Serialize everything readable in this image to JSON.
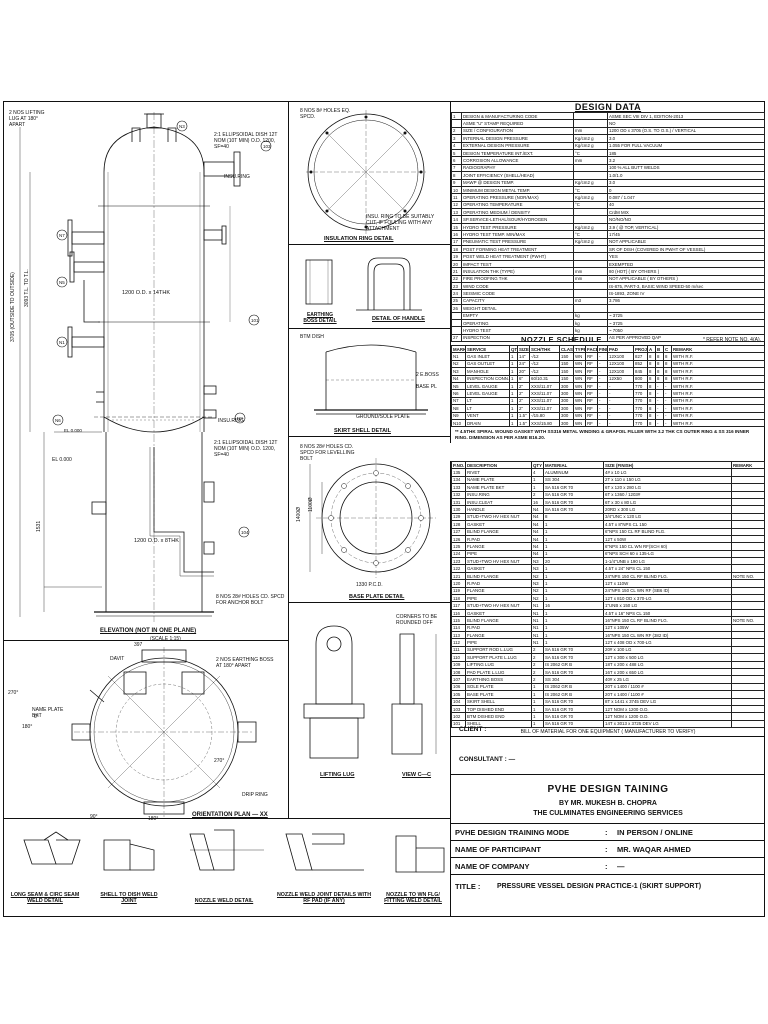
{
  "design_data": {
    "title": "DESIGN DATA",
    "rows": [
      [
        "1",
        "DESIGN & MANUFACTURING CODE",
        "",
        "ASME SEC VIII DIV 1, EDITION-2013"
      ],
      [
        "",
        "ASME \"U\" STAMP REQUIRED",
        "",
        "NO"
      ],
      [
        "2",
        "SIZE / CONFIGURATION",
        "mm",
        "1200 OD x 3705 (O.S. TO O.S.) / VERTICAL"
      ],
      [
        "3",
        "INTERNAL DESIGN PRESSURE",
        "Kg/cm2 g",
        "3.0"
      ],
      [
        "4",
        "EXTERNAL DESIGN PRESSURE",
        "Kg/cm2 g",
        "1.055 FOR FULL VACUUM"
      ],
      [
        "5",
        "DESIGN TEMPERATURE INT./EXT.",
        "°C",
        "185"
      ],
      [
        "6",
        "CORROSION ALLOWANCE",
        "mm",
        "3.2"
      ],
      [
        "7",
        "RADIOGRAPHY",
        "",
        "100 % ALL BUTT WELDS"
      ],
      [
        "8",
        "JOINT EFFICIENCY (SHELL/HEAD)",
        "",
        "1.0/1.0"
      ],
      [
        "9",
        "MAWP @ DESIGN TEMP.",
        "Kg/cm2 g",
        "3.0"
      ],
      [
        "10",
        "MINIMUM DESIGN METAL TEMP.",
        "°C",
        "0"
      ],
      [
        "11",
        "OPERATING PRESSURE (NOR/MAX)",
        "Kg/cm2 g",
        "0.087 / 1.047"
      ],
      [
        "12",
        "OPERATING TEMPERATURE",
        "°C",
        "40"
      ],
      [
        "13",
        "OPERATING MEDIUM / DENSITY",
        "",
        "CrdM MIX"
      ],
      [
        "14",
        "SP.SERVICE-LETHAL/SOUR/HYDROGEN",
        "",
        "NO/NO/NO"
      ],
      [
        "15",
        "HYDRO TEST PRESSURE",
        "Kg/cm2 g",
        "3.9          ( @ TOP, VERTICAL)"
      ],
      [
        "16",
        "HYDRO TEST TEMP. MIN/MAX",
        "°C",
        "17/45"
      ],
      [
        "17",
        "PNEUMATIC TEST PRESSURE",
        "Kg/cm2 g",
        "NOT APPLICABLE"
      ],
      [
        "18",
        "POST FORMING HEAT TREATMENT",
        "",
        "SR OF DISH (COVERED IN PWHT OF VESSEL)"
      ],
      [
        "19",
        "POST WELD HEAT TREATMENT (PWHT)",
        "",
        "YES"
      ],
      [
        "20",
        "IMPACT TEST",
        "",
        "EXEMPTED"
      ],
      [
        "21",
        "INSULATION    THK (TYPE)",
        "mm",
        "80 (HOT)            ( BY OTHERS )"
      ],
      [
        "22",
        "FIRE PROOFING   THK",
        "mm",
        "NOT APPLICABLE   ( BY OTHERS )"
      ],
      [
        "23",
        "WIND CODE",
        "",
        "IS-875, PART-3, BASIC WIND SPEED-50 m/sec"
      ],
      [
        "24",
        "SEISMIC CODE",
        "",
        "IS-1893, ZONE IV"
      ],
      [
        "25",
        "CAPACITY",
        "m3",
        "3.786"
      ],
      [
        "26",
        "WEIGHT DETAIL",
        "",
        ""
      ],
      [
        "",
        "EMPTY",
        "kg",
        "~ 3725"
      ],
      [
        "",
        "OPERATING",
        "kg",
        "~ 3725"
      ],
      [
        "",
        "HYDRO TEST",
        "kg",
        "~ 7050"
      ],
      [
        "27",
        "INSPECTION",
        "",
        "AS PER APPROVED QAP"
      ]
    ]
  },
  "nozzle": {
    "title": "NOZZLE SCHEDULE",
    "note": "* REFER NOTE NO. 4(A).",
    "headers": [
      "MARK",
      "SERVICE",
      "QTY",
      "SIZE",
      "SCH/THK",
      "CLASS",
      "TYPE",
      "FACE",
      "FINISH",
      "PAD",
      "PROJ",
      "A",
      "B",
      "C",
      "REMARK"
    ],
    "rows": [
      [
        "N1",
        "GAS INLET",
        "1",
        "14\"",
        "-/12",
        "150",
        "WN",
        "RF",
        "-",
        "12X100",
        "827",
        "8",
        "8",
        "8",
        "WITH R.F."
      ],
      [
        "N2",
        "GAS OUTLET",
        "1",
        "24\"",
        "-/12",
        "150",
        "WN",
        "RF",
        "-",
        "12X100",
        "852",
        "8",
        "8",
        "8",
        "WITH R.F."
      ],
      [
        "N3",
        "MANHOLE",
        "1",
        "20\"",
        "-/12",
        "150",
        "WN",
        "RF",
        "-",
        "12X100",
        "845",
        "8",
        "8",
        "8",
        "WITH R.F."
      ],
      [
        "N4",
        "INSPECTION CONN.",
        "1",
        "6\"",
        "60/10.31",
        "150",
        "WN",
        "RF",
        "-",
        "12X50",
        "800",
        "8",
        "8",
        "8",
        "WITH R.F."
      ],
      [
        "N5",
        "LEVEL GAUGE",
        "1",
        "2\"",
        "XXS/11.07",
        "300",
        "WN",
        "RF",
        "-",
        "-",
        "770",
        "8",
        "-",
        "-",
        "WITH R.F."
      ],
      [
        "N6",
        "LEVEL GAUGE",
        "1",
        "2\"",
        "XXS/11.07",
        "300",
        "WN",
        "RF",
        "-",
        "-",
        "770",
        "8",
        "-",
        "-",
        "WITH R.F."
      ],
      [
        "N7",
        "LT",
        "1",
        "2\"",
        "XXS/11.07",
        "300",
        "WN",
        "RF",
        "-",
        "-",
        "770",
        "8",
        "-",
        "-",
        "WITH R.F."
      ],
      [
        "N8",
        "LT",
        "1",
        "2\"",
        "XXS/11.07",
        "300",
        "WN",
        "RF",
        "-",
        "-",
        "770",
        "8",
        "-",
        "-",
        "WITH R.F."
      ],
      [
        "N9",
        "VENT",
        "1",
        "1.5\"",
        "-/15.80",
        "300",
        "WN",
        "RF",
        "-",
        "-",
        "770",
        "8",
        "-",
        "-",
        "WITH R.F."
      ],
      [
        "N10",
        "DRAIN",
        "1",
        "1.5\"",
        "XXS/15.80",
        "300",
        "WN",
        "RF",
        "-",
        "-",
        "770",
        "8",
        "-",
        "-",
        "WITH R.F."
      ]
    ],
    "footnote": "** 4.5THK SPIRAL WOUND GASKET WITH SS316 METAL WINDING & GRAFOIL FILLER WITH 3.2 THK CS OUTER RING & SS 316 INNER RING. DIMENSION AS PER ASME B16.20."
  },
  "bom": {
    "title": "BILL OF MATERIAL FOR ONE EQUIPMENT ( MANUFACTURER TO VERIFY)",
    "headers": [
      "P.NO.",
      "DESCRIPTION",
      "QTY",
      "MATERIAL",
      "SIZE (FINISH)",
      "REMARK"
    ],
    "rows": [
      [
        "135",
        "RIVET",
        "4",
        "ALUMINUM",
        "4# x 10 LG",
        ""
      ],
      [
        "134",
        "NAME PLATE",
        "1",
        "SS 304",
        "2T x 110 x 150 LG",
        ""
      ],
      [
        "133",
        "NAME PLATE BKT",
        "1",
        "SA 516 GR 70",
        "6T x 120 x 280 LG",
        ""
      ],
      [
        "132",
        "INSU.RING",
        "2",
        "SA 516 GR 70",
        "6T x 1360 / 1203#",
        ""
      ],
      [
        "131",
        "INSU.CLEAT",
        "16",
        "SA 516 GR 70",
        "6T x 30 x 80 LG",
        ""
      ],
      [
        "130",
        "HANDLE",
        "N4",
        "SA 516 GR 70",
        "20RD x 300 LG",
        ""
      ],
      [
        "129",
        "STUD+TWO HV HEX NUT",
        "N4",
        "8",
        "3/4\"UNC x 120 LG",
        ""
      ],
      [
        "128",
        "GASKET",
        "N4",
        "1",
        "4.5T x 8\"NPS CL 150",
        ""
      ],
      [
        "127",
        "BLIND FLANGE",
        "N4",
        "1",
        "6\"NPS 150 CL RF BLIND FLG.",
        ""
      ],
      [
        "126",
        "R.PAD",
        "N4",
        "1",
        "12T x 50W",
        ""
      ],
      [
        "125",
        "FLANGE",
        "N4",
        "1",
        "6\"NPS 150 CL WN RF(SCH 60)",
        ""
      ],
      [
        "124",
        "PIPE",
        "N4",
        "1",
        "6\"NPS SCH 60 x 135-LG",
        ""
      ],
      [
        "123",
        "STUD+TWO HV HEX NUT",
        "N3",
        "20",
        "1-1/4\"UNB x 190 LG",
        ""
      ],
      [
        "122",
        "GASKET",
        "N3",
        "1",
        "4.5T x 24\" NPS CL 150",
        ""
      ],
      [
        "121",
        "BLIND FLANGE",
        "N2",
        "1",
        "24\"NPS 150 CL RF BLIND FLG.",
        "NOTE NO."
      ],
      [
        "120",
        "R.PAD",
        "N3",
        "1",
        "12T x 110W",
        ""
      ],
      [
        "119",
        "FLANGE",
        "N2",
        "1",
        "24\"NPS 150 CL WN RF (SB6 ID)",
        ""
      ],
      [
        "118",
        "PIPE",
        "N2",
        "1",
        "12T x 810 OD x 370-LG",
        ""
      ],
      [
        "117",
        "STUD+TWO HV HEX NUT",
        "N1",
        "16",
        "1\"UNB x 150 LG",
        ""
      ],
      [
        "116",
        "GASKET",
        "N1",
        "1",
        "4.5T x 16\" NPS CL 150",
        ""
      ],
      [
        "115",
        "BLIND FLANGE",
        "N1",
        "1",
        "16\"NPS 150 CL RF BLIND FLG.",
        "NOTE NO."
      ],
      [
        "114",
        "R.PAD",
        "N1",
        "1",
        "12T x 105W",
        ""
      ],
      [
        "113",
        "FLANGE",
        "N1",
        "1",
        "16\"NPS 150 CL WN RF (382 ID)",
        ""
      ],
      [
        "112",
        "PIPE",
        "N1",
        "1",
        "12T x 408 OD x 700-LG",
        ""
      ],
      [
        "111",
        "SUPPORT ROD L.LUG",
        "2",
        "SA 516 GR 70",
        "20# x 100 LG",
        ""
      ],
      [
        "110",
        "SUPPORT PLATE L.LUG",
        "2",
        "SA 516 GR 70",
        "12T x 300 x 500 LG",
        ""
      ],
      [
        "109",
        "LIFTING LUG",
        "2",
        "IS 2062 GR B",
        "18T x 200 x 488 LG",
        ""
      ],
      [
        "108",
        "PAD PLATE L.LUG",
        "2",
        "SA 516 GR 70",
        "16T x 200 x 650 LG",
        ""
      ],
      [
        "107",
        "EARTHING BOSS",
        "2",
        "SS 304",
        "40# x 25 LG",
        ""
      ],
      [
        "106",
        "SOLE PLATE",
        "1",
        "IS 2062 GR B",
        "20T x 1400 / 1100 #",
        ""
      ],
      [
        "105",
        "BASE PLATE",
        "1",
        "IS 2062 GR B",
        "20T x 1400 / 1100 #",
        ""
      ],
      [
        "104",
        "SKIRT SHELL",
        "1",
        "SA 516 GR 70",
        "8T x 1441 x 3745 DEV LG",
        ""
      ],
      [
        "103",
        "TOP DISHED END",
        "1",
        "SA 516 GR 70",
        "12T NOM x 1200 O.D.",
        ""
      ],
      [
        "102",
        "BTM DISHED END",
        "1",
        "SA 516 GR 70",
        "12T NOM x 1200 O.D.",
        ""
      ],
      [
        "101",
        "SHELL",
        "1",
        "SA 516 GR 70",
        "14T x 3013 x 3725 DEV LG",
        ""
      ]
    ]
  },
  "client_label": "CLIENT",
  "consultant_label": "CONSULTANT",
  "title_block": {
    "main": "PVHE DESIGN TAINING",
    "by": "BY MR. MUKESH B. CHOPRA",
    "org": "THE CULMINATES ENGINEERING SERVICES",
    "mode_label": "PVHE DESIGN TRAINING MODE",
    "mode_value": "IN PERSON / ONLINE",
    "participant_label": "NAME OF PARTICIPANT",
    "participant_value": "MR. WAQAR AHMED",
    "company_label": "NAME OF COMPANY",
    "company_value": "—",
    "title_label": "TITLE :",
    "title_value": "PRESSURE VESSEL DESIGN PRACTICE-1 (SKIRT SUPPORT)"
  },
  "views": {
    "elevation": "ELEVATION (NOT IN ONE PLANE)",
    "elevation_scale": "(SCALE 1:15)",
    "orientation": "ORIENTATION PLAN — XX",
    "insulation_ring": "INSULATION RING DETAIL",
    "earthing_boss": "EARTHING BOSS DETAIL",
    "handle": "DETAIL OF HANDLE",
    "skirt_shell": "SKIRT SHELL DETAIL",
    "base_plate": "BASE PLATE DETAIL",
    "lifting_lug": "LIFTING LUG",
    "view_cc": "VIEW C—C",
    "long_seam": "LONG SEAM & CIRC SEAM WELD DETAIL",
    "shell_dish": "SHELL TO DISH WELD JOINT",
    "nozzle_weld": "NOZZLE WELD DETAIL",
    "nozzle_rf": "NOZZLE WELD JOINT DETAILS WITH RF PAD (IF ANY)",
    "nozzle_wn": "NOZZLE TO WN FLG/ FITTING WELD DETAIL"
  },
  "labels": {
    "shell_dim": "1200 O.D. x 14THK",
    "skirt_dim": "1200 O.D. x 8THK",
    "top_dish": "2:1 ELLIPSOIDAL DISH 12T NOM (10T MIN) O.D. 1200, SF=40",
    "btm_dish": "2:1 ELLIPSOIDAL DISH 12T NOM (10T MIN) O.D. 1200, SF=40",
    "lifting_lugs": "2 NOS LIFTING LUG AT 180° APART",
    "insu_ring": "INSU.RING",
    "overall": "3705 (OUTSIDE TO OUTSIDE)",
    "tl": "3093 T.L. TO T.L.",
    "skirt_ht": "1531",
    "el_0": "EL 0.000",
    "el_b": "1200 x 8THK",
    "pcd": "1330 P.C.D.",
    "base_dia": "1400Ø",
    "base_in": "1100Ø",
    "holes_anchor": "8 NOS 28# HOLES CD. SPCD FOR ANCHOR BOLT",
    "holes_level": "8 NOS 28# HOLES CD. SPCD FOR LEVELLING BOLT",
    "insu_holes": "8 NOS 8# HOLES EQ. SPCD.",
    "insu_note": "INSU. RING TO BE SUITABLY CUT, IF FOULING WITH ANY ATTACHMENT",
    "drip_ring": "DRIP RING",
    "davit": "DAVIT",
    "name_plate": "NAME PLATE BKT",
    "earthing": "2 NOS EARTHING BOSS AT 180° APART",
    "lug_corner": "CORNERS TO BE ROUNDED OFF",
    "ground_sole": "GROUND/SOLE PLATE",
    "e_boss": "2 E.BOSS",
    "base_pl": "BASE PL",
    "btm_dish_lbl": "BTM DISH"
  }
}
